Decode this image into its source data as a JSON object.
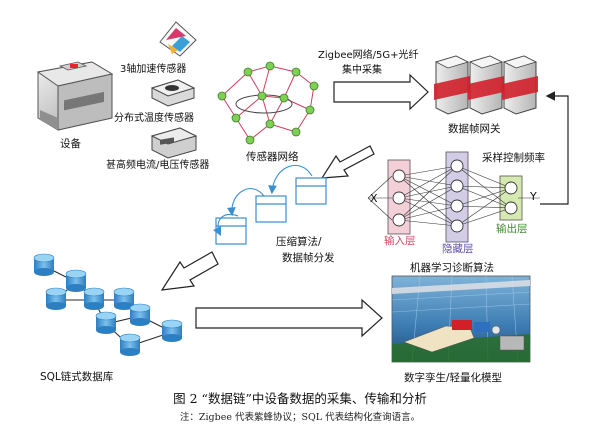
{
  "labels": {
    "device": "设备",
    "accel_sensor": "3轴加速传感器",
    "temp_sensor": "分布式温度传感器",
    "hf_sensor": "甚高频电流/电压传感器",
    "sensor_network": "传感器网络",
    "zigbee_line1": "Zigbee网络/5G+光纤",
    "zigbee_line2": "集中采集",
    "gateway": "数据帧网关",
    "sampling": "采样控制频率",
    "compress_line1": "压缩算法/",
    "compress_line2": "数据帧分发",
    "x_label": "X",
    "y_label": "Y",
    "input_layer": "输入层",
    "hidden_layer": "隐藏层",
    "output_layer": "输出层",
    "ml": "机器学习诊断算法",
    "sql": "SQL链式数据库",
    "twin": "数字孪生/轻量化模型"
  },
  "caption": "图 2  “数据链”中设备数据的采集、传输和分析",
  "note": "注：Zigbee 代表紫蜂协议；SQL 代表结构化查询语言。",
  "colors": {
    "server_red": "#d2202a",
    "node_pink": "#f0c8d2",
    "node_purple": "#c8c2e0",
    "node_green": "#cfe6a8",
    "cylinder_blue": "#4a9fd8",
    "frame_blue": "#3a8fd0"
  }
}
